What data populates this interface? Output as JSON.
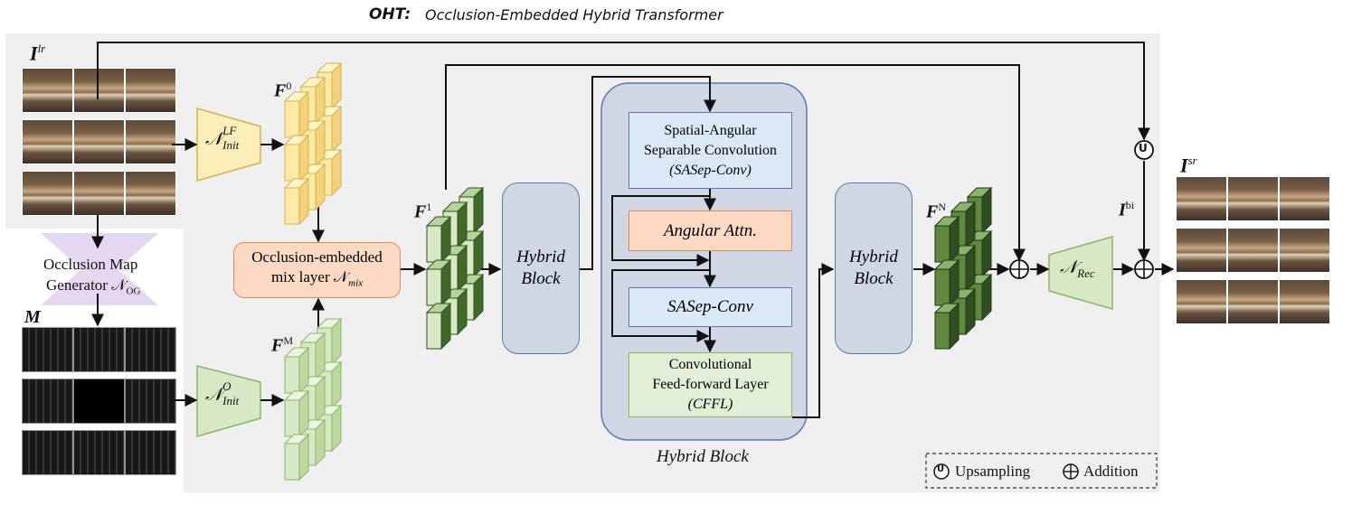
{
  "title": {
    "prefix": "OHT:",
    "text": "Occlusion-Embedded Hybrid Transformer"
  },
  "labels": {
    "i_lr": "I",
    "i_lr_sup": "lr",
    "f0": "F",
    "f0_sup": "0",
    "fm": "F",
    "fm_sup": "M",
    "f1": "F",
    "f1_sup": "1",
    "fn": "F",
    "fn_sup": "N",
    "m": "M",
    "i_sr": "I",
    "i_sr_sup": "sr",
    "i_bi": "I",
    "i_bi_sup": "bi"
  },
  "modules": {
    "n_init_lf": {
      "sym": "𝒩",
      "sup": "LF",
      "sub": "Init"
    },
    "n_init_o": {
      "sym": "𝒩",
      "sup": "O",
      "sub": "Init"
    },
    "n_rec": {
      "sym": "𝒩",
      "sub": "Rec"
    },
    "occ_gen": {
      "line1": "Occlusion Map",
      "line2": "Generator 𝒩",
      "sub": "OG"
    },
    "mix_layer": {
      "line1": "Occlusion-embedded",
      "line2": "mix layer 𝒩",
      "sub": "mix"
    },
    "hybrid_block_1": {
      "line1": "Hybrid",
      "line2": "Block"
    },
    "hybrid_block_2": {
      "line1": "Hybrid",
      "line2": "Block"
    },
    "sasep_conv_1": {
      "line1": "Spatial-Angular",
      "line2": "Separable Convolution",
      "line3": "(SASep-Conv)"
    },
    "angular_attn": {
      "label": "Angular Attn."
    },
    "sasep_conv_2": {
      "label": "SASep-Conv"
    },
    "cffl": {
      "line1": "Convolutional",
      "line2": "Feed-forward Layer",
      "line3": "(CFFL)"
    },
    "hybrid_block_caption": "Hybrid Block"
  },
  "operators": {
    "upsample": "U",
    "add": "+"
  },
  "legend": {
    "upsample_symbol": "U",
    "upsample_label": "Upsampling",
    "add_symbol": "+",
    "add_label": "Addition"
  },
  "colors": {
    "panel_bg": "#efefef",
    "hybrid_bg": "#cfd7e4",
    "yellow": "#fbeeb9",
    "light_green": "#d7e9c4",
    "dark_green": "#5e8a3e",
    "orange": "#fbd9c2",
    "blue_box": "#dbe8f5",
    "green_box": "#e1efd6",
    "purple": "#e3d7f2"
  }
}
